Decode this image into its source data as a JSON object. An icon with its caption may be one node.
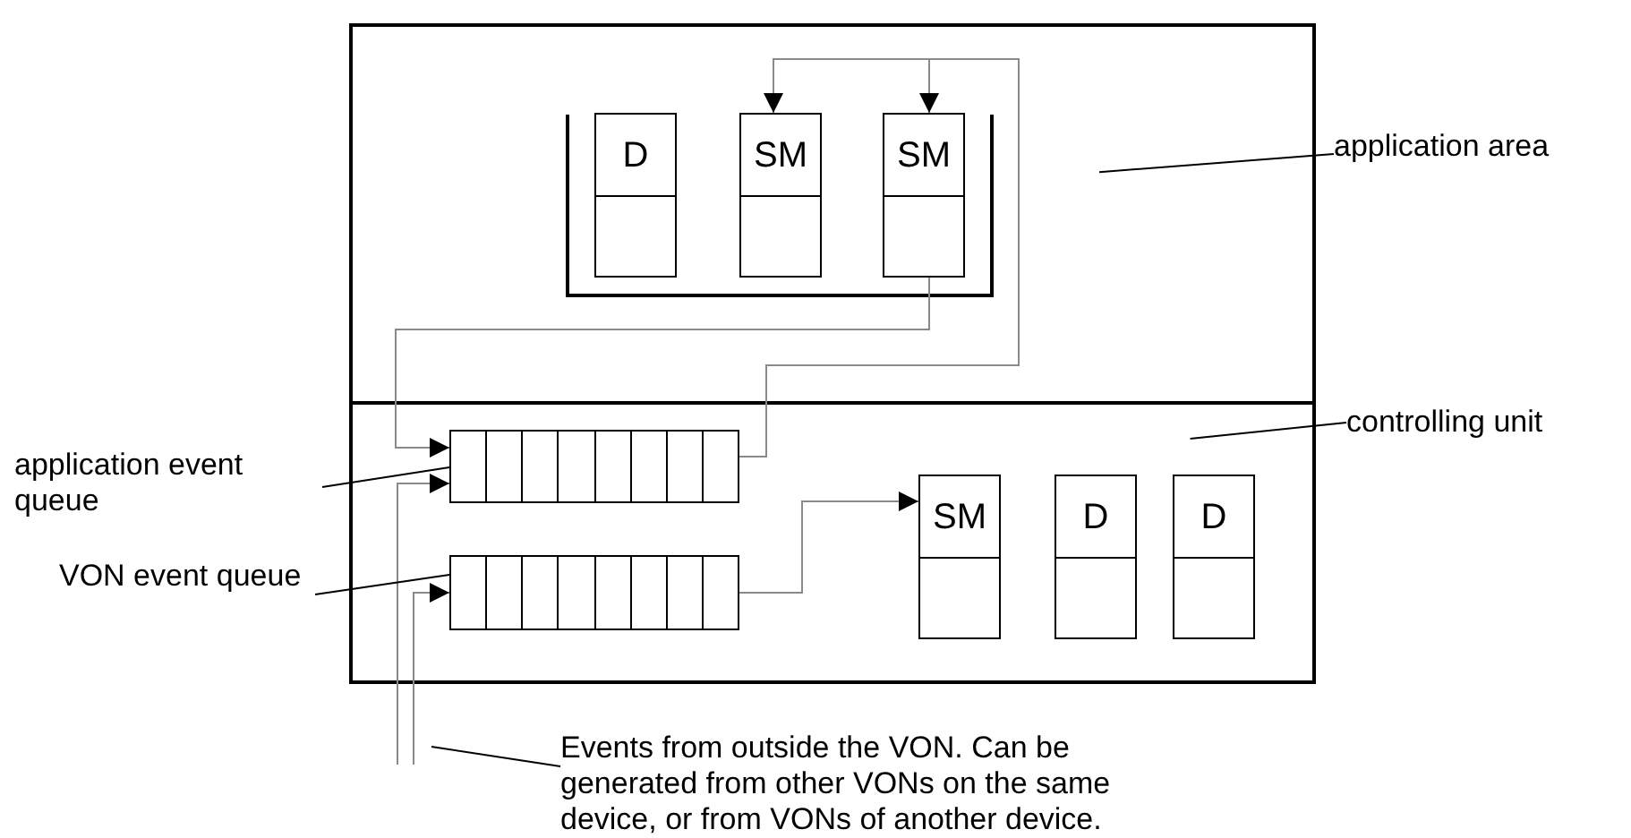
{
  "diagram": {
    "nodes": [
      {
        "text": [],
        "shape": "box"
      },
      {
        "text": [
          "D"
        ],
        "in": 0
      },
      {
        "text": [
          "SM"
        ],
        "in": 0
      },
      {
        "text": [
          "SM"
        ],
        "in": 0
      },
      {
        "text": [
          "application area"
        ]
      },
      {
        "text": [],
        "shape": "box"
      },
      {
        "text": [],
        "shape": "box",
        "in": 5
      },
      {
        "text": [],
        "shape": "box",
        "in": 5
      },
      {
        "text": [
          "SM"
        ],
        "in": 5
      },
      {
        "text": [
          "D"
        ],
        "in": 5
      },
      {
        "text": [
          "D"
        ],
        "in": 5
      },
      {
        "text": [
          "controlling unit"
        ]
      },
      {
        "text": [
          "application event queue"
        ]
      },
      {
        "text": [
          "VON event queue"
        ]
      },
      {
        "text": [
          "Events from outside the VON. Can be generated from other VONs on the same device, or from VONs of another device."
        ]
      }
    ],
    "edges": [
      {
        "from": 3,
        "to": 6,
        "arrow": "to"
      },
      {
        "from": 6,
        "to": 2,
        "arrow": "to"
      },
      {
        "from": 6,
        "to": 3,
        "arrow": "to"
      },
      {
        "from": 7,
        "to": 8,
        "arrow": "to"
      },
      {
        "from": null,
        "to": 6,
        "arrow": "to"
      },
      {
        "from": null,
        "to": 7,
        "arrow": "to"
      },
      {
        "from": 4,
        "to": 0,
        "arrow": "none",
        "color": "#000000"
      },
      {
        "from": 11,
        "to": 5,
        "arrow": "none",
        "color": "#000000"
      },
      {
        "from": 12,
        "to": 6,
        "arrow": "none",
        "color": "#000000"
      },
      {
        "from": 13,
        "to": 7,
        "arrow": "none",
        "color": "#000000"
      },
      {
        "from": 14,
        "to": null,
        "arrow": "none",
        "color": "#000000"
      }
    ]
  }
}
